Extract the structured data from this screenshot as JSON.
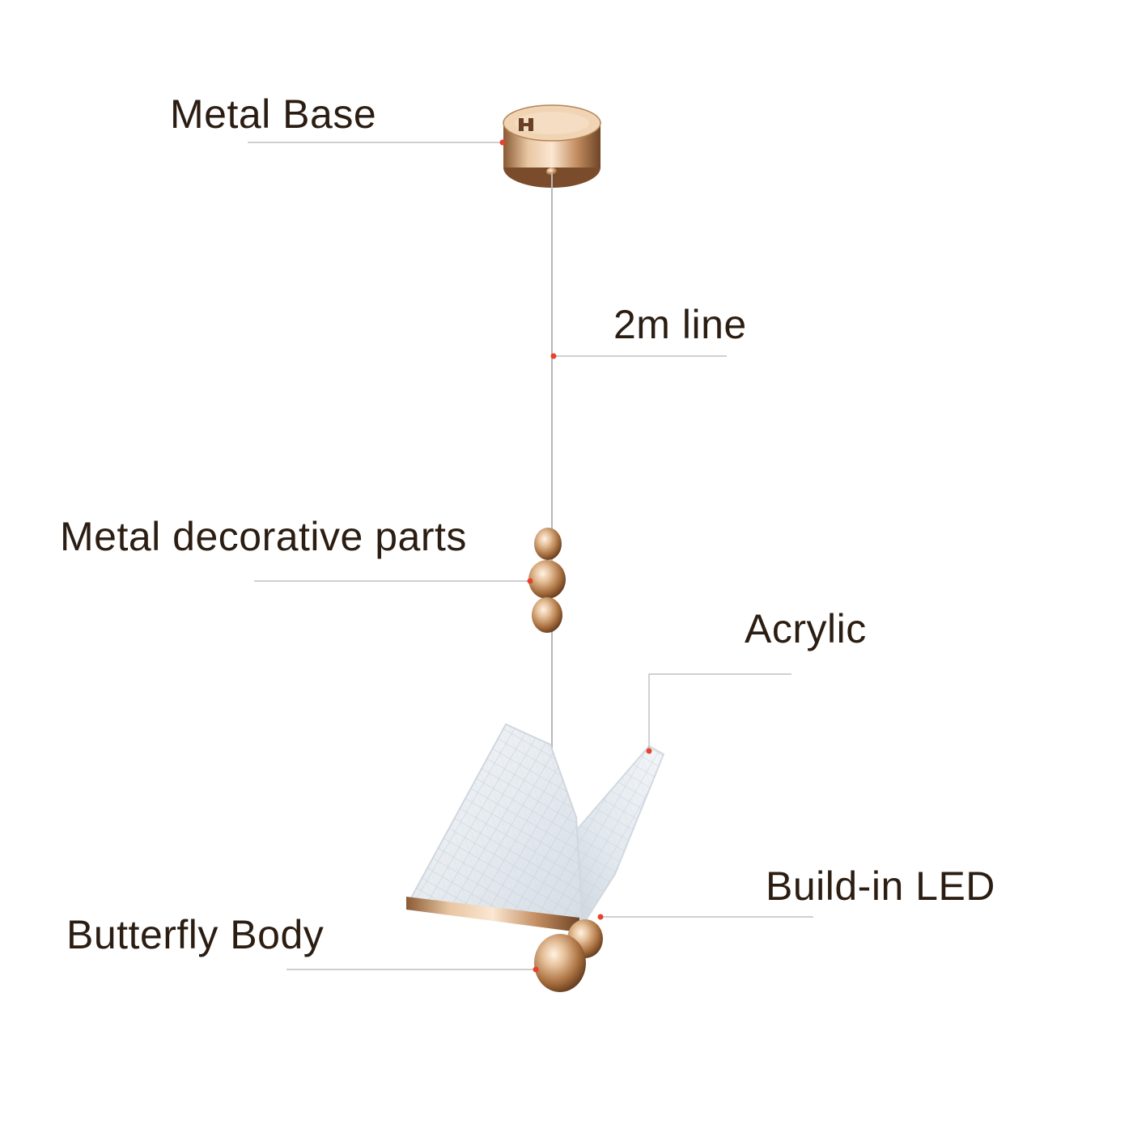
{
  "callouts": {
    "metal_base": "Metal Base",
    "line": "2m line",
    "decorative_parts": "Metal decorative parts",
    "acrylic": "Acrylic",
    "led": "Build-in LED",
    "body": "Butterfly Body"
  },
  "colors": {
    "label_text": "#2b1d12",
    "leader_line": "#b5b5b5",
    "marker_dot": "#e8412c",
    "gold_light": "#f3dcc1",
    "gold_mid": "#c99a6c",
    "gold_dark": "#7a4f2e",
    "wing_fill": "#eef2f6",
    "wing_texture": "#c9d2dc"
  }
}
